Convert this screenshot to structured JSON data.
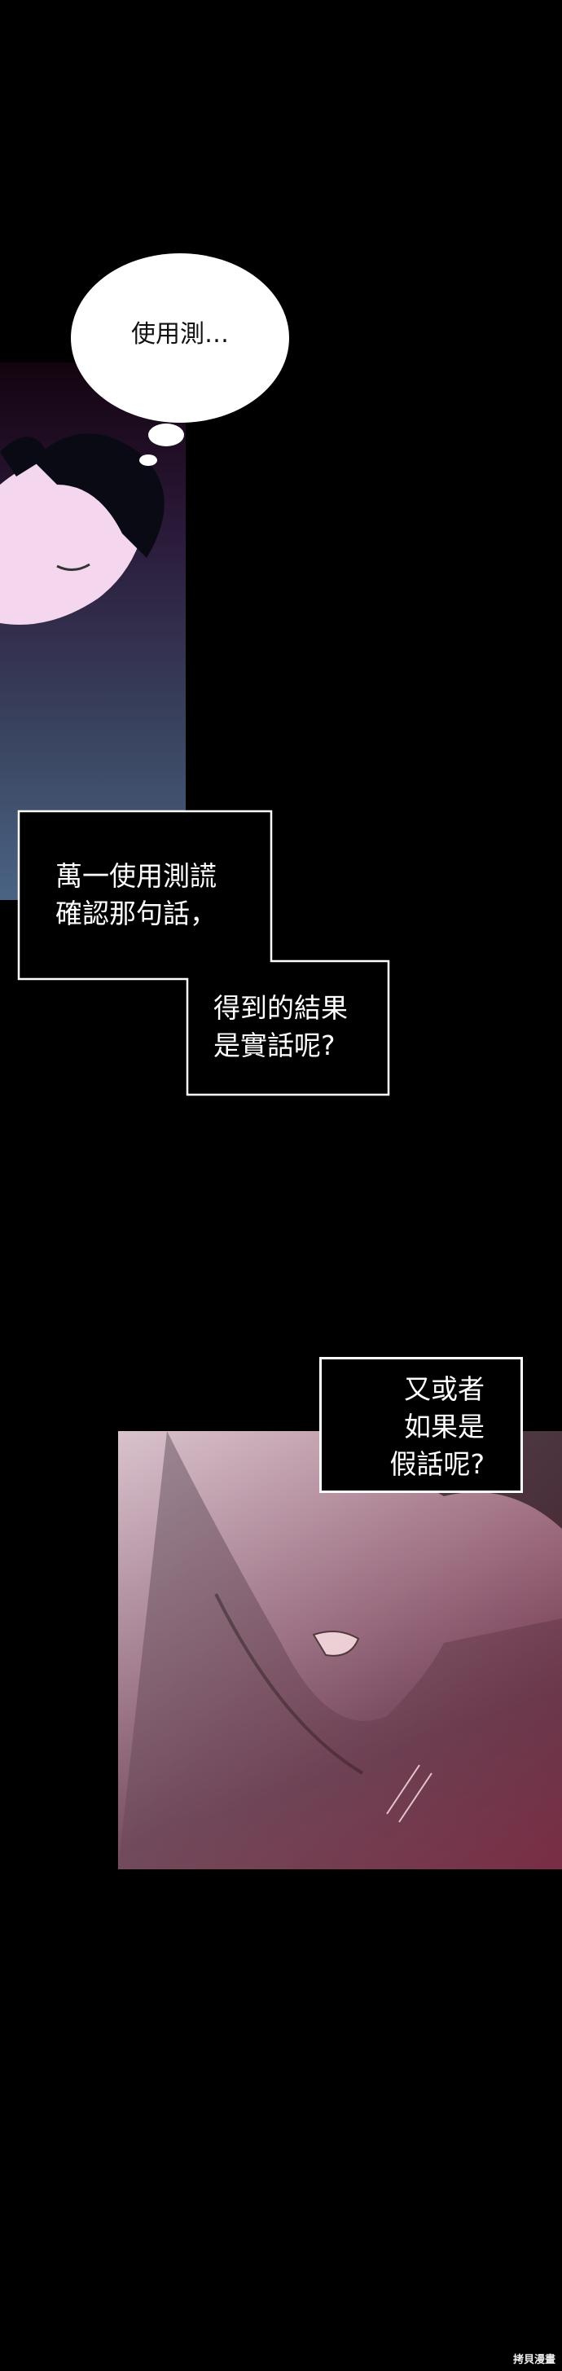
{
  "thought_bubble": {
    "text": "使用測…"
  },
  "caption_1": {
    "lines": [
      "萬一使用測謊",
      "確認那句話，"
    ]
  },
  "caption_2": {
    "lines": [
      "得到的結果",
      "是實話呢?"
    ]
  },
  "caption_3": {
    "lines": [
      "又或者",
      "如果是",
      "假話呢?"
    ]
  },
  "watermark": "拷貝漫畫"
}
